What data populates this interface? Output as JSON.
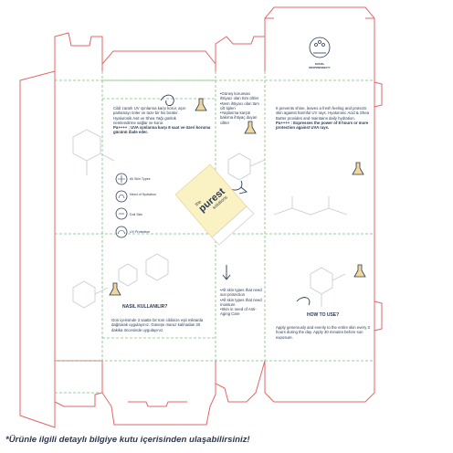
{
  "colors": {
    "cut_line": "#e06666",
    "fold_line": "#7fbf7f",
    "ink": "#2b3a55",
    "tube": "#fbf2c4",
    "flask_fill": "#f2d79b"
  },
  "panel_tr": {
    "lines": [
      "Cildi zararlı UV ışınlarına karşı korur, aşırı",
      "parlamayı önler ve taze bir his bırakır.",
      "Hyaluronik Asit ve Shea Yağı günlük",
      "nemlendirme sağlar ve korur."
    ],
    "pa_bold": "Pa++++ : UVA ışınlarına karşı 8 saat ve üzeri koruma gücünü ifade eder."
  },
  "icons": [
    {
      "name": "all-skin-types",
      "label": "All Skin Types"
    },
    {
      "name": "need-of-hydration",
      "label": "Need of Hydration"
    },
    {
      "name": "dull-skin",
      "label": "Dull Skin"
    },
    {
      "name": "uv-protection",
      "label": "UV Protection"
    }
  ],
  "side_tr": {
    "items": [
      "•Güneş koruması ihtiyacı olan tüm ciltler",
      "•Nem ihtiyacı olan tüm cilt tipleri",
      "•Yaşlanma karşıtı bakıma ihtiyaç duyan ciltler"
    ]
  },
  "panel_en": {
    "text": "It prevents shine, leaves a fresh feeling and protects skin against harmful UV rays. Hyaluronic Acid & Shea Butter provides and maintains daily hydration.",
    "pa_bold": "Pa++++ : Expresses the power of 8 hours or more protection against UVA rays."
  },
  "logo": {
    "line1": "SOCIAL",
    "line2": "RESPONSIBILITY"
  },
  "tube": {
    "brand_the": "the",
    "brand_main": "purest",
    "brand_sub": "solutions"
  },
  "howto_tr": {
    "title": "NASIL KULLANILIR?",
    "text": "Gün içerisinde 3 saatte bir tüm cildinize eşit miktarda dağıtarak uygulayınız. Güneşe maruz kalmadan 30 dakika öncesinde uygulayınız."
  },
  "side_en": {
    "items": [
      "•All skin types that need sun protection",
      "•All skin types that need moisture",
      "•Skin in need of Anti-Aging Care"
    ]
  },
  "howto_en": {
    "title": "HOW TO USE?",
    "text": "Apply generously and evenly to the entire skin every 3 hours during the day. Apply 30 minutes before sun exposure."
  },
  "footnote": "*Ürünle ilgili detaylı bilgiye kutu içerisinden ulaşabilirsiniz!"
}
